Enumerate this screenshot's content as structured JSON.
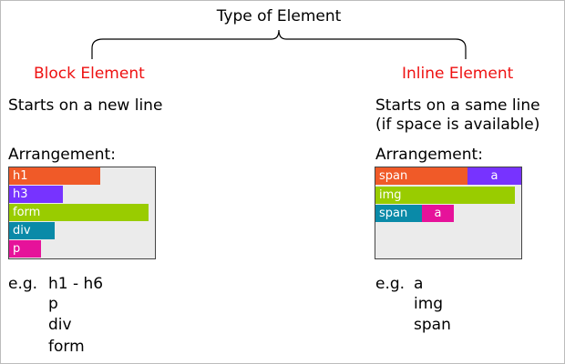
{
  "title": "Type of Element",
  "block": {
    "heading": "Block Element",
    "description": "Starts on a new line",
    "arrangement_label": "Arrangement:",
    "bars": [
      {
        "label": "h1",
        "color": "#f05a28",
        "width": 0.66
      },
      {
        "label": "h3",
        "color": "#7733ff",
        "width": 0.39
      },
      {
        "label": "form",
        "color": "#99cc00",
        "width": 1.0
      },
      {
        "label": "div",
        "color": "#0a8aa8",
        "width": 0.33
      },
      {
        "label": "p",
        "color": "#e6129a",
        "width": 0.23
      }
    ],
    "eg_label": "e.g.",
    "examples": [
      "h1 - h6",
      "p",
      "div",
      "form"
    ]
  },
  "inline": {
    "heading": "Inline Element",
    "description_line1": "Starts on a same line",
    "description_line2": "(if space is available)",
    "arrangement_label": "Arrangement:",
    "rows": [
      [
        {
          "label": "span",
          "color": "#f05a28"
        },
        {
          "label": "a",
          "color": "#7733ff"
        }
      ],
      [
        {
          "label": "img",
          "color": "#99cc00"
        }
      ],
      [
        {
          "label": "span",
          "color": "#0a8aa8"
        },
        {
          "label": "a",
          "color": "#e6129a"
        }
      ]
    ],
    "eg_label": "e.g.",
    "examples": [
      "a",
      "img",
      "span"
    ]
  }
}
